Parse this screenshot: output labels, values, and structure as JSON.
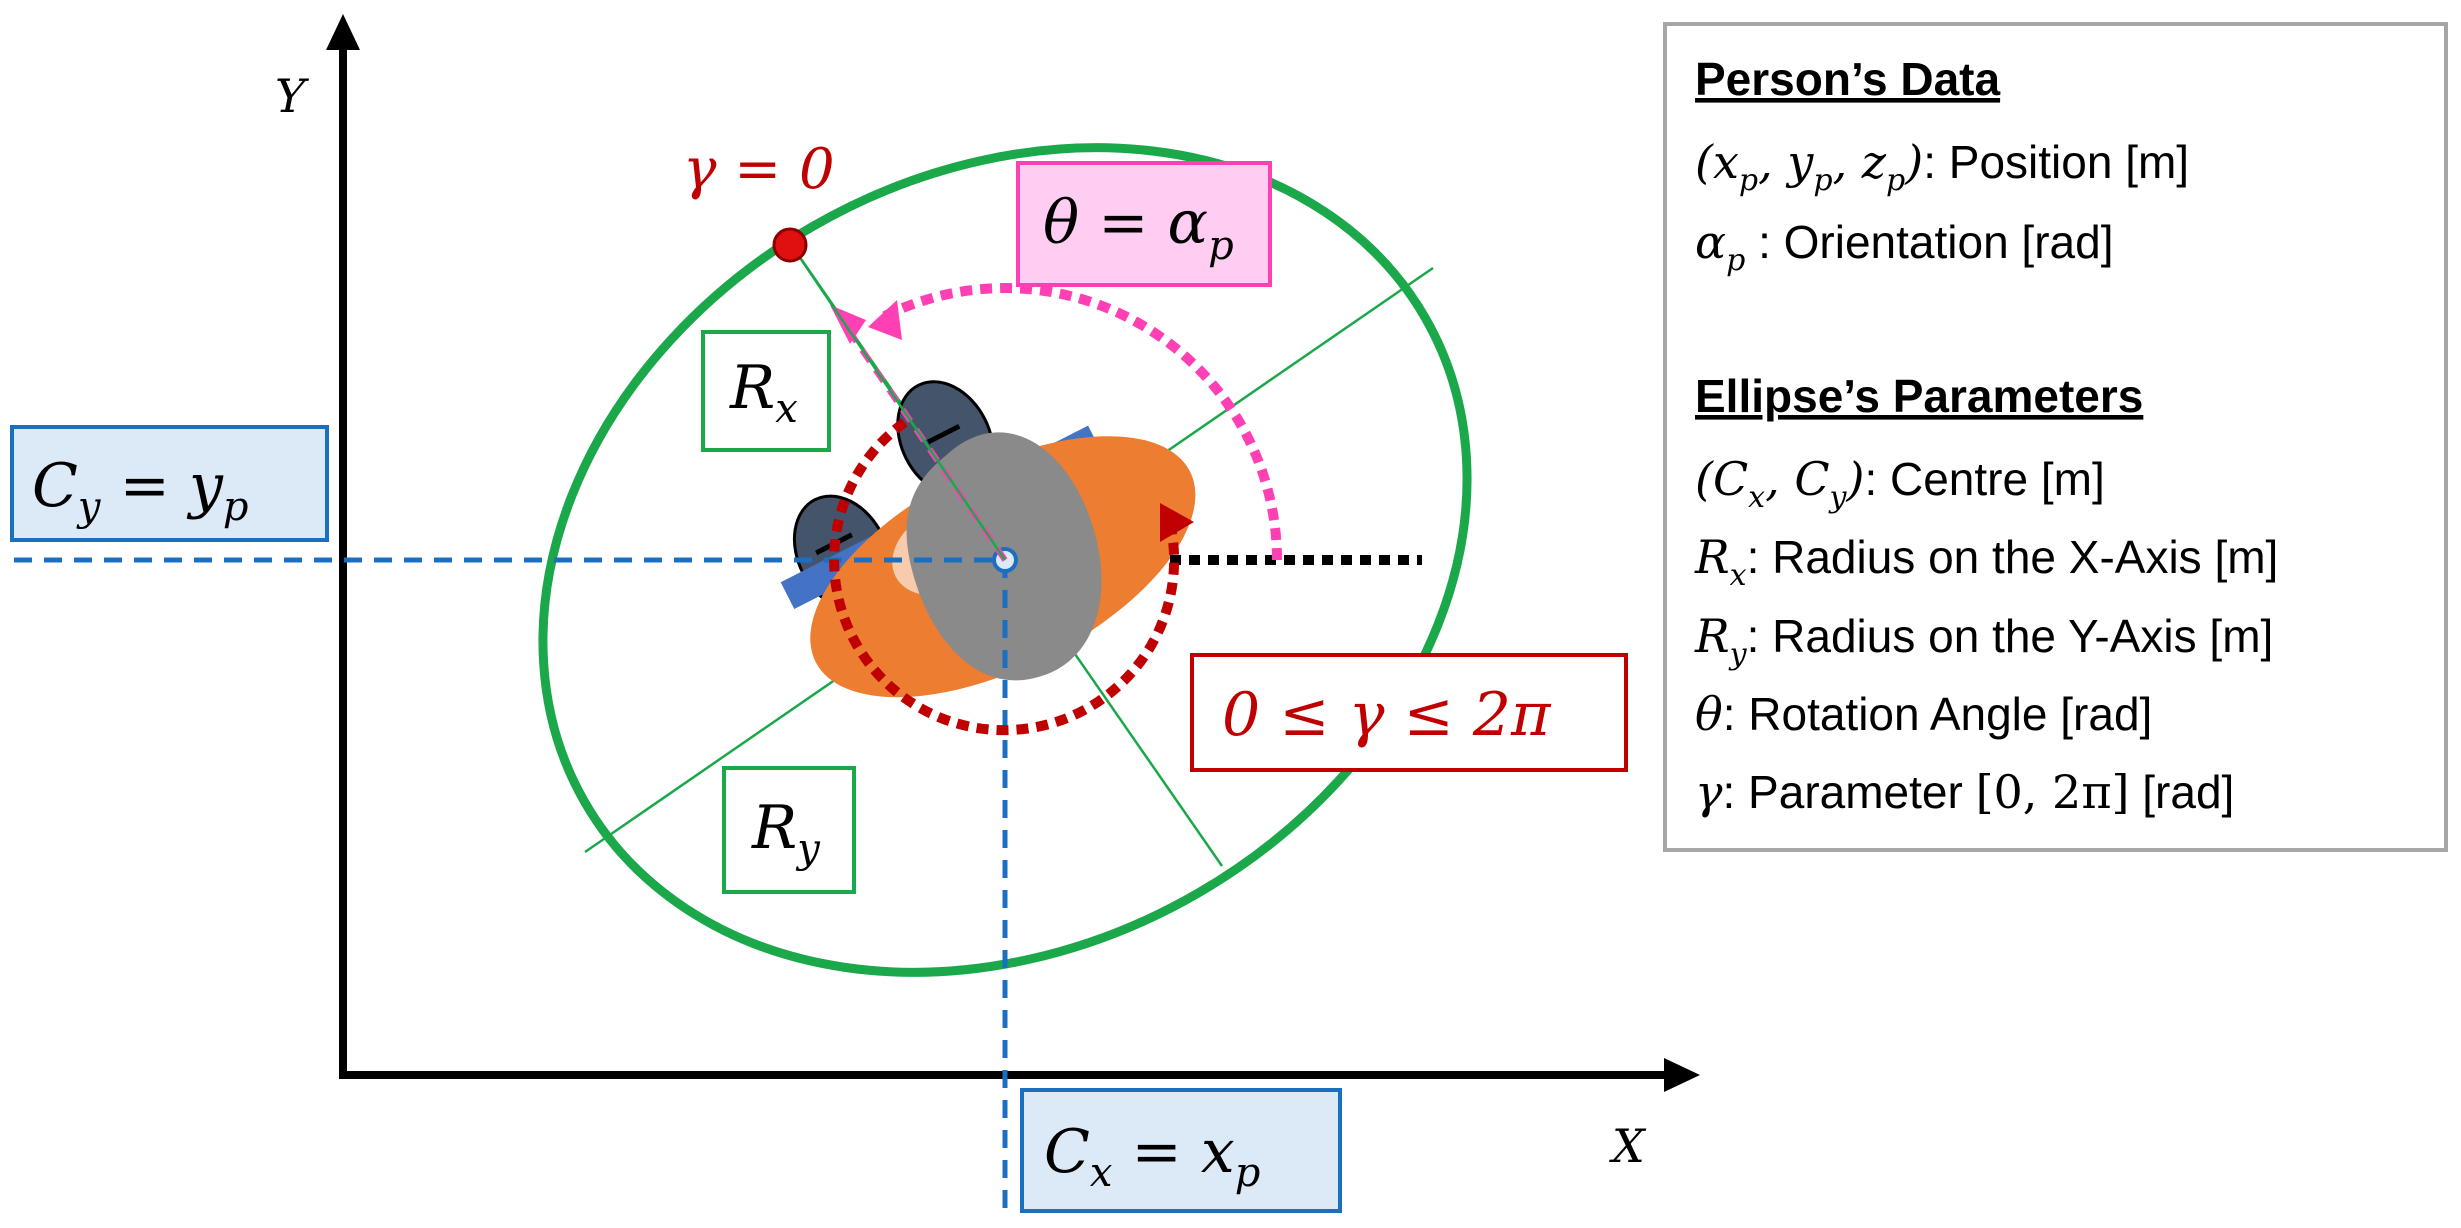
{
  "axes": {
    "x_label": "X",
    "y_label": "Y"
  },
  "labels": {
    "gamma_zero": "γ = 0",
    "theta_eq": "θ = α",
    "theta_eq_sub": "p",
    "rx": "R",
    "rx_sub": "x",
    "ry": "R",
    "ry_sub": "y",
    "cy": "C",
    "cy_sub": "y",
    "cy_rhs": " = y",
    "cy_rhs_sub": "p",
    "cx": "C",
    "cx_sub": "x",
    "cx_rhs": " = x",
    "cx_rhs_sub": "p",
    "gamma_range": "0 ≤ γ ≤ 2π"
  },
  "legend": {
    "persons_title": "Person’s Data",
    "position_math": "(x",
    "position_sub_p": "p",
    "position_y": ", y",
    "position_z": ", z",
    "position_close": ")",
    "position_text": ": Position [m]",
    "orient_math": "α",
    "orient_sub": "p",
    "orient_text": " : Orientation [rad]",
    "ellipse_title": "Ellipse’s Parameters",
    "centre_math": "(C",
    "centre_sub_x": "x",
    "centre_c2": ", C",
    "centre_sub_y": "y",
    "centre_close": ")",
    "centre_text": ": Centre [m]",
    "rx_math": "R",
    "rx_sub": "x",
    "rx_text": ": Radius on the X-Axis [m]",
    "ry_math": "R",
    "ry_sub": "y",
    "ry_text": ": Radius on the Y-Axis [m]",
    "theta_math": "θ",
    "theta_text": ": Rotation Angle [rad]",
    "gamma_math": "γ",
    "gamma_text": ": Parameter ",
    "gamma_interval": "[0, 2π]",
    "gamma_unit": " [rad]"
  },
  "colors": {
    "ellipse": "#1aa84a",
    "blue": "#1b6fc0",
    "blue_fill": "#dce9f7",
    "red": "#c00000",
    "red_dot": "#e01010",
    "pink": "#ff3fb4",
    "pink_fill": "#ffccf2",
    "orange": "#ed7d31",
    "grey": "#8a8a8a",
    "legend_border": "#a6a6a6"
  }
}
